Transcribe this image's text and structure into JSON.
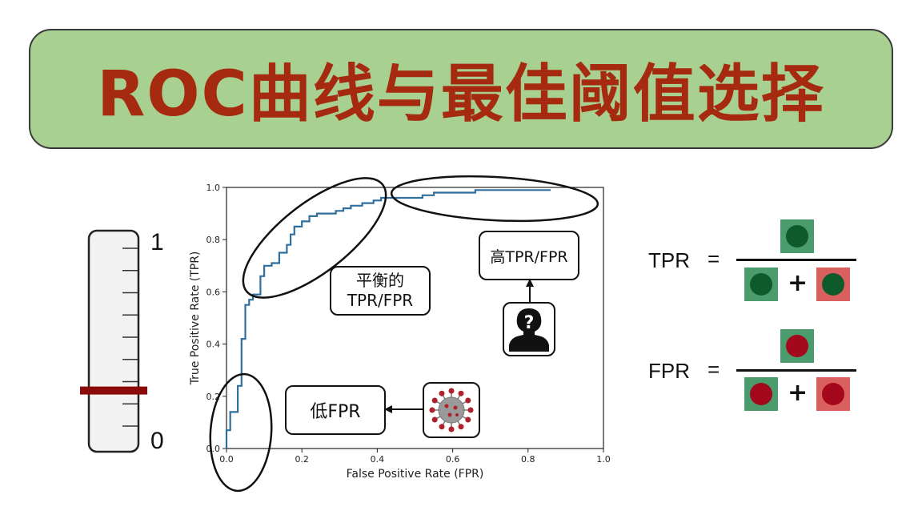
{
  "title": "ROC曲线与最佳阈值选择",
  "thermometer": {
    "top_label": "1",
    "bottom_label": "0",
    "threshold_level": 0.2,
    "tick_count": 9
  },
  "annotations": {
    "balanced": "平衡的\nTPR/FPR",
    "high": "高TPR/FPR",
    "low": "低FPR"
  },
  "formulas": {
    "tpr_label": "TPR",
    "fpr_label": "FPR",
    "equals": "=",
    "plus": "+"
  },
  "colors": {
    "banner": "#a8d191",
    "title": "#a52a10",
    "curve": "#2e6f9e",
    "positive_square": "#4a9c6d",
    "negative_square": "#d9605e",
    "green_dot": "#0e5a2a",
    "red_dot": "#a3081c",
    "threshold_bar": "#8b0a0a"
  },
  "chart_data": {
    "type": "line",
    "xlabel": "False Positive Rate (FPR)",
    "ylabel": "True Positive Rate (TPR)",
    "xlim": [
      0,
      1
    ],
    "ylim": [
      0,
      1
    ],
    "xticks": [
      "0.0",
      "0.2",
      "0.4",
      "0.6",
      "0.8",
      "1.0"
    ],
    "yticks": [
      "0.0",
      "0.2",
      "0.4",
      "0.6",
      "0.8",
      "1.0"
    ],
    "grid": false,
    "series": [
      {
        "x": [
          0.0,
          0.0,
          0.01,
          0.01,
          0.03,
          0.03,
          0.04,
          0.04,
          0.05,
          0.05,
          0.06,
          0.06,
          0.07,
          0.07,
          0.09,
          0.09,
          0.1,
          0.1,
          0.12,
          0.12,
          0.14,
          0.14,
          0.16,
          0.16,
          0.17,
          0.17,
          0.18,
          0.18,
          0.2,
          0.2,
          0.22,
          0.22,
          0.24,
          0.24,
          0.29,
          0.29,
          0.31,
          0.31,
          0.33,
          0.33,
          0.36,
          0.36,
          0.39,
          0.39,
          0.41,
          0.41,
          0.52,
          0.52,
          0.55,
          0.55,
          0.66,
          0.66,
          0.86
        ],
        "y": [
          0.0,
          0.07,
          0.07,
          0.14,
          0.14,
          0.24,
          0.24,
          0.42,
          0.42,
          0.55,
          0.55,
          0.57,
          0.57,
          0.59,
          0.59,
          0.66,
          0.66,
          0.7,
          0.7,
          0.71,
          0.71,
          0.75,
          0.75,
          0.78,
          0.78,
          0.82,
          0.82,
          0.85,
          0.85,
          0.87,
          0.87,
          0.89,
          0.89,
          0.9,
          0.9,
          0.91,
          0.91,
          0.92,
          0.92,
          0.93,
          0.93,
          0.94,
          0.94,
          0.95,
          0.95,
          0.96,
          0.96,
          0.97,
          0.97,
          0.98,
          0.98,
          0.99,
          0.99
        ]
      }
    ]
  }
}
